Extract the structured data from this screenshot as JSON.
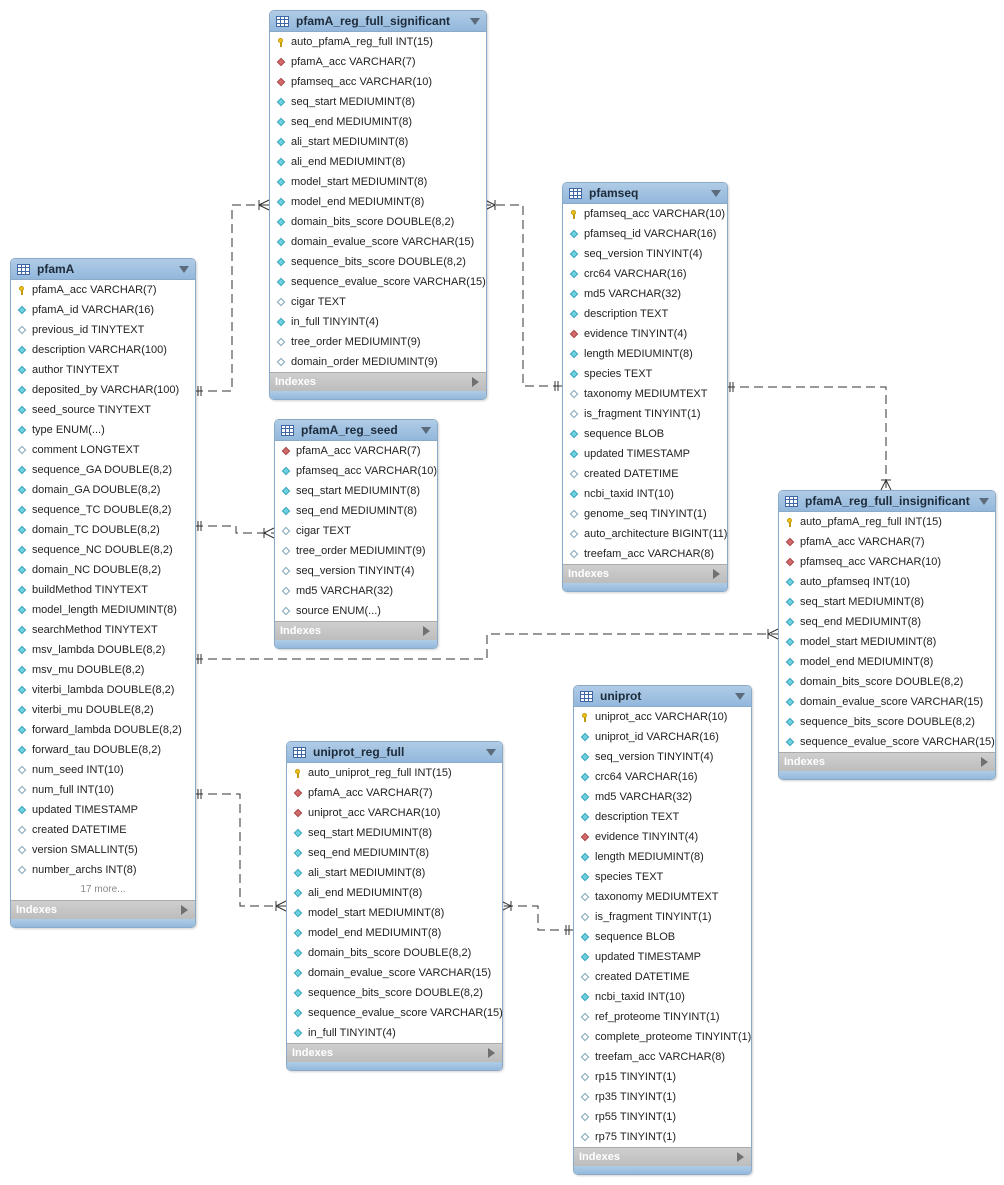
{
  "tables": {
    "pfamA_reg_full_significant": {
      "title": "pfamA_reg_full_significant",
      "indexes_label": "Indexes",
      "columns": [
        {
          "name": "auto_pfamA_reg_full INT(15)",
          "key": "pk"
        },
        {
          "name": "pfamA_acc VARCHAR(7)",
          "key": "fk"
        },
        {
          "name": "pfamseq_acc VARCHAR(10)",
          "key": "fk"
        },
        {
          "name": "seq_start MEDIUMINT(8)",
          "key": "nn"
        },
        {
          "name": "seq_end MEDIUMINT(8)",
          "key": "nn"
        },
        {
          "name": "ali_start MEDIUMINT(8)",
          "key": "nn"
        },
        {
          "name": "ali_end MEDIUMINT(8)",
          "key": "nn"
        },
        {
          "name": "model_start MEDIUMINT(8)",
          "key": "nn"
        },
        {
          "name": "model_end MEDIUMINT(8)",
          "key": "nn"
        },
        {
          "name": "domain_bits_score DOUBLE(8,2)",
          "key": "nn"
        },
        {
          "name": "domain_evalue_score VARCHAR(15)",
          "key": "nn"
        },
        {
          "name": "sequence_bits_score DOUBLE(8,2)",
          "key": "nn"
        },
        {
          "name": "sequence_evalue_score VARCHAR(15)",
          "key": "nn"
        },
        {
          "name": "cigar TEXT",
          "key": "null"
        },
        {
          "name": "in_full TINYINT(4)",
          "key": "nn"
        },
        {
          "name": "tree_order MEDIUMINT(9)",
          "key": "null"
        },
        {
          "name": "domain_order MEDIUMINT(9)",
          "key": "null"
        }
      ]
    },
    "pfamseq": {
      "title": "pfamseq",
      "indexes_label": "Indexes",
      "columns": [
        {
          "name": "pfamseq_acc VARCHAR(10)",
          "key": "pk"
        },
        {
          "name": "pfamseq_id VARCHAR(16)",
          "key": "nn"
        },
        {
          "name": "seq_version TINYINT(4)",
          "key": "nn"
        },
        {
          "name": "crc64 VARCHAR(16)",
          "key": "nn"
        },
        {
          "name": "md5 VARCHAR(32)",
          "key": "nn"
        },
        {
          "name": "description TEXT",
          "key": "nn"
        },
        {
          "name": "evidence TINYINT(4)",
          "key": "fk"
        },
        {
          "name": "length MEDIUMINT(8)",
          "key": "nn"
        },
        {
          "name": "species TEXT",
          "key": "nn"
        },
        {
          "name": "taxonomy MEDIUMTEXT",
          "key": "null"
        },
        {
          "name": "is_fragment TINYINT(1)",
          "key": "null"
        },
        {
          "name": "sequence BLOB",
          "key": "nn"
        },
        {
          "name": "updated TIMESTAMP",
          "key": "nn"
        },
        {
          "name": "created DATETIME",
          "key": "null"
        },
        {
          "name": "ncbi_taxid INT(10)",
          "key": "nn"
        },
        {
          "name": "genome_seq TINYINT(1)",
          "key": "null"
        },
        {
          "name": "auto_architecture BIGINT(11)",
          "key": "null"
        },
        {
          "name": "treefam_acc VARCHAR(8)",
          "key": "null"
        }
      ]
    },
    "pfamA": {
      "title": "pfamA",
      "indexes_label": "Indexes",
      "more_label": "17 more...",
      "columns": [
        {
          "name": "pfamA_acc VARCHAR(7)",
          "key": "pk"
        },
        {
          "name": "pfamA_id VARCHAR(16)",
          "key": "nn"
        },
        {
          "name": "previous_id TINYTEXT",
          "key": "null"
        },
        {
          "name": "description VARCHAR(100)",
          "key": "nn"
        },
        {
          "name": "author TINYTEXT",
          "key": "nn"
        },
        {
          "name": "deposited_by VARCHAR(100)",
          "key": "nn"
        },
        {
          "name": "seed_source TINYTEXT",
          "key": "nn"
        },
        {
          "name": "type ENUM(...)",
          "key": "nn"
        },
        {
          "name": "comment LONGTEXT",
          "key": "null"
        },
        {
          "name": "sequence_GA DOUBLE(8,2)",
          "key": "nn"
        },
        {
          "name": "domain_GA DOUBLE(8,2)",
          "key": "nn"
        },
        {
          "name": "sequence_TC DOUBLE(8,2)",
          "key": "nn"
        },
        {
          "name": "domain_TC DOUBLE(8,2)",
          "key": "nn"
        },
        {
          "name": "sequence_NC DOUBLE(8,2)",
          "key": "nn"
        },
        {
          "name": "domain_NC DOUBLE(8,2)",
          "key": "nn"
        },
        {
          "name": "buildMethod TINYTEXT",
          "key": "nn"
        },
        {
          "name": "model_length MEDIUMINT(8)",
          "key": "nn"
        },
        {
          "name": "searchMethod TINYTEXT",
          "key": "nn"
        },
        {
          "name": "msv_lambda DOUBLE(8,2)",
          "key": "nn"
        },
        {
          "name": "msv_mu DOUBLE(8,2)",
          "key": "nn"
        },
        {
          "name": "viterbi_lambda DOUBLE(8,2)",
          "key": "nn"
        },
        {
          "name": "viterbi_mu DOUBLE(8,2)",
          "key": "nn"
        },
        {
          "name": "forward_lambda DOUBLE(8,2)",
          "key": "nn"
        },
        {
          "name": "forward_tau DOUBLE(8,2)",
          "key": "nn"
        },
        {
          "name": "num_seed INT(10)",
          "key": "null"
        },
        {
          "name": "num_full INT(10)",
          "key": "null"
        },
        {
          "name": "updated TIMESTAMP",
          "key": "nn"
        },
        {
          "name": "created DATETIME",
          "key": "null"
        },
        {
          "name": "version SMALLINT(5)",
          "key": "null"
        },
        {
          "name": "number_archs INT(8)",
          "key": "null"
        }
      ]
    },
    "pfamA_reg_seed": {
      "title": "pfamA_reg_seed",
      "indexes_label": "Indexes",
      "columns": [
        {
          "name": "pfamA_acc VARCHAR(7)",
          "key": "fk"
        },
        {
          "name": "pfamseq_acc VARCHAR(10)",
          "key": "nn"
        },
        {
          "name": "seq_start MEDIUMINT(8)",
          "key": "nn"
        },
        {
          "name": "seq_end MEDIUMINT(8)",
          "key": "nn"
        },
        {
          "name": "cigar TEXT",
          "key": "null"
        },
        {
          "name": "tree_order MEDIUMINT(9)",
          "key": "null"
        },
        {
          "name": "seq_version TINYINT(4)",
          "key": "null"
        },
        {
          "name": "md5 VARCHAR(32)",
          "key": "null"
        },
        {
          "name": "source ENUM(...)",
          "key": "null"
        }
      ]
    },
    "pfamA_reg_full_insignificant": {
      "title": "pfamA_reg_full_insignificant",
      "indexes_label": "Indexes",
      "columns": [
        {
          "name": "auto_pfamA_reg_full INT(15)",
          "key": "pk"
        },
        {
          "name": "pfamA_acc VARCHAR(7)",
          "key": "fk"
        },
        {
          "name": "pfamseq_acc VARCHAR(10)",
          "key": "fk"
        },
        {
          "name": "auto_pfamseq INT(10)",
          "key": "nn"
        },
        {
          "name": "seq_start MEDIUMINT(8)",
          "key": "nn"
        },
        {
          "name": "seq_end MEDIUMINT(8)",
          "key": "nn"
        },
        {
          "name": "model_start MEDIUMINT(8)",
          "key": "nn"
        },
        {
          "name": "model_end MEDIUMINT(8)",
          "key": "nn"
        },
        {
          "name": "domain_bits_score DOUBLE(8,2)",
          "key": "nn"
        },
        {
          "name": "domain_evalue_score VARCHAR(15)",
          "key": "nn"
        },
        {
          "name": "sequence_bits_score DOUBLE(8,2)",
          "key": "nn"
        },
        {
          "name": "sequence_evalue_score VARCHAR(15)",
          "key": "nn"
        }
      ]
    },
    "uniprot": {
      "title": "uniprot",
      "indexes_label": "Indexes",
      "columns": [
        {
          "name": "uniprot_acc VARCHAR(10)",
          "key": "pk"
        },
        {
          "name": "uniprot_id VARCHAR(16)",
          "key": "nn"
        },
        {
          "name": "seq_version TINYINT(4)",
          "key": "nn"
        },
        {
          "name": "crc64 VARCHAR(16)",
          "key": "nn"
        },
        {
          "name": "md5 VARCHAR(32)",
          "key": "nn"
        },
        {
          "name": "description TEXT",
          "key": "nn"
        },
        {
          "name": "evidence TINYINT(4)",
          "key": "fk"
        },
        {
          "name": "length MEDIUMINT(8)",
          "key": "nn"
        },
        {
          "name": "species TEXT",
          "key": "nn"
        },
        {
          "name": "taxonomy MEDIUMTEXT",
          "key": "null"
        },
        {
          "name": "is_fragment TINYINT(1)",
          "key": "null"
        },
        {
          "name": "sequence BLOB",
          "key": "nn"
        },
        {
          "name": "updated TIMESTAMP",
          "key": "nn"
        },
        {
          "name": "created DATETIME",
          "key": "null"
        },
        {
          "name": "ncbi_taxid INT(10)",
          "key": "nn"
        },
        {
          "name": "ref_proteome TINYINT(1)",
          "key": "null"
        },
        {
          "name": "complete_proteome TINYINT(1)",
          "key": "null"
        },
        {
          "name": "treefam_acc VARCHAR(8)",
          "key": "null"
        },
        {
          "name": "rp15 TINYINT(1)",
          "key": "null"
        },
        {
          "name": "rp35 TINYINT(1)",
          "key": "null"
        },
        {
          "name": "rp55 TINYINT(1)",
          "key": "null"
        },
        {
          "name": "rp75 TINYINT(1)",
          "key": "null"
        }
      ]
    },
    "uniprot_reg_full": {
      "title": "uniprot_reg_full",
      "indexes_label": "Indexes",
      "columns": [
        {
          "name": "auto_uniprot_reg_full INT(15)",
          "key": "pk"
        },
        {
          "name": "pfamA_acc VARCHAR(7)",
          "key": "fk"
        },
        {
          "name": "uniprot_acc VARCHAR(10)",
          "key": "fk"
        },
        {
          "name": "seq_start MEDIUMINT(8)",
          "key": "nn"
        },
        {
          "name": "seq_end MEDIUMINT(8)",
          "key": "nn"
        },
        {
          "name": "ali_start MEDIUMINT(8)",
          "key": "nn"
        },
        {
          "name": "ali_end MEDIUMINT(8)",
          "key": "nn"
        },
        {
          "name": "model_start MEDIUMINT(8)",
          "key": "nn"
        },
        {
          "name": "model_end MEDIUMINT(8)",
          "key": "nn"
        },
        {
          "name": "domain_bits_score DOUBLE(8,2)",
          "key": "nn"
        },
        {
          "name": "domain_evalue_score VARCHAR(15)",
          "key": "nn"
        },
        {
          "name": "sequence_bits_score DOUBLE(8,2)",
          "key": "nn"
        },
        {
          "name": "sequence_evalue_score VARCHAR(15)",
          "key": "nn"
        },
        {
          "name": "in_full TINYINT(4)",
          "key": "nn"
        }
      ]
    }
  },
  "relationships": [
    {
      "from": "pfamA",
      "to": "pfamA_reg_full_significant",
      "cardinality": "one-to-many"
    },
    {
      "from": "pfamseq",
      "to": "pfamA_reg_full_significant",
      "cardinality": "one-to-many"
    },
    {
      "from": "pfamA",
      "to": "pfamA_reg_seed",
      "cardinality": "one-to-many"
    },
    {
      "from": "pfamseq",
      "to": "pfamA_reg_full_insignificant",
      "cardinality": "one-to-many"
    },
    {
      "from": "pfamA",
      "to": "pfamA_reg_full_insignificant",
      "cardinality": "one-to-many"
    },
    {
      "from": "pfamA",
      "to": "uniprot_reg_full",
      "cardinality": "one-to-many"
    },
    {
      "from": "uniprot",
      "to": "uniprot_reg_full",
      "cardinality": "one-to-many"
    }
  ],
  "colors": {
    "header": "#9fc1e2",
    "primary_key_icon": "#f0c419",
    "foreign_key_icon": "#d26a6a",
    "not_null_icon": "#6fd0e0",
    "nullable_icon": "#ffffff",
    "connector": "#333333"
  }
}
